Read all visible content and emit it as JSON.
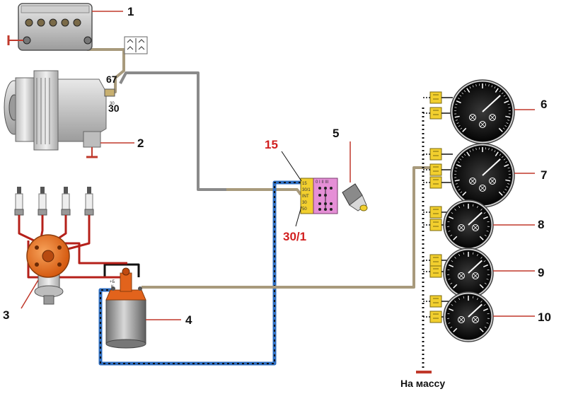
{
  "callouts": [
    "1",
    "2",
    "3",
    "4",
    "5",
    "6",
    "7",
    "8",
    "9",
    "10"
  ],
  "terminals": {
    "alt_67": "67",
    "alt_30_small": "30",
    "alt_30": "30",
    "switch_15": "15",
    "switch_30_1": "30/1",
    "coil_plus_b": "+Б",
    "coil_k": "К"
  },
  "switch_pins": [
    "15",
    "30/1",
    "INT",
    "30",
    "50"
  ],
  "switch_top": "0 I II III",
  "ground_label": "На массу",
  "colors": {
    "wire_main": "#a89a7c",
    "wire_gray": "#8a8a8a",
    "wire_blue_dashed": "#2f6fc2",
    "wire_black": "#111111",
    "wire_red": "#b5201a",
    "connector_yellow": "#f2cf2e",
    "switch_pink": "#e58fd6",
    "distributor_orange": "#e9781f",
    "coil_orange": "#e2631c",
    "leader_red": "#c0392b"
  },
  "icons": [
    "battery-icon",
    "fuse-icon",
    "alternator-icon",
    "spark-plug-icon",
    "distributor-icon",
    "ignition-coil-icon",
    "ignition-switch-icon",
    "warning-lamp-icon",
    "tachometer-gauge-icon",
    "speedometer-gauge-icon",
    "fuel-gauge-icon",
    "temperature-gauge-icon",
    "oil-pressure-gauge-icon",
    "ground-icon"
  ]
}
